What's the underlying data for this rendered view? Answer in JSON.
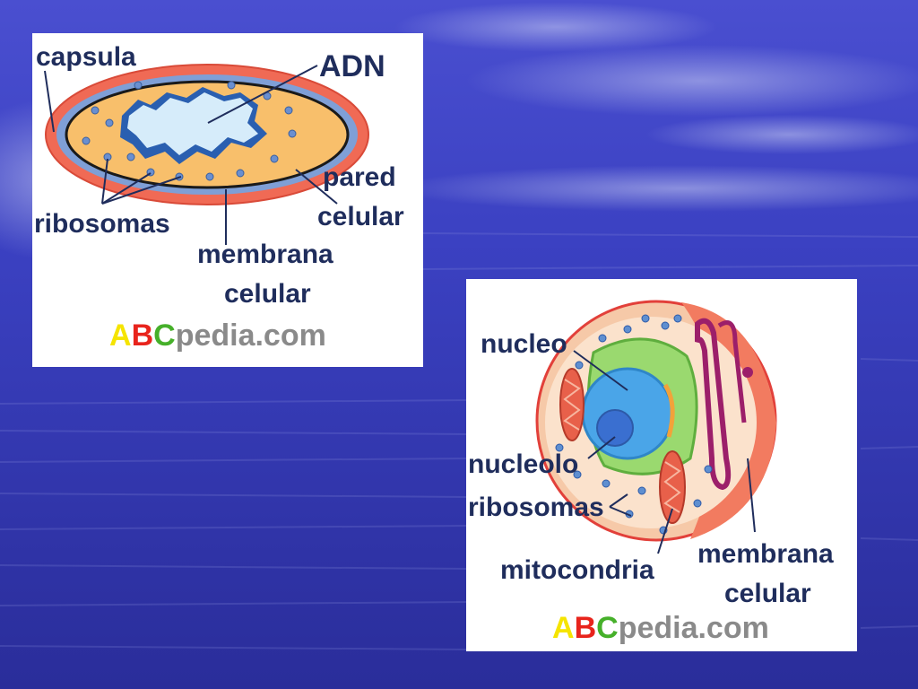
{
  "colors": {
    "background_top": "#3a3fc0",
    "background_bottom": "#2c2f9e",
    "label_text": "#1f2d5c",
    "brand_a": "#f5e400",
    "brand_b": "#e8241c",
    "brand_c": "#46b02a",
    "brand_rest": "#8a8a8a"
  },
  "prokaryote": {
    "labels": {
      "capsula": "capsula",
      "adn": "ADN",
      "pared_line1": "pared",
      "pared_line2": "celular",
      "ribosomas": "ribosomas",
      "membrana_line1": "membrana",
      "membrana_line2": "celular"
    },
    "brand": {
      "a": "A",
      "b": "B",
      "c": "C",
      "rest": "pedia.com"
    }
  },
  "eukaryote": {
    "labels": {
      "nucleo": "nucleo",
      "nucleolo": "nucleolo",
      "ribosomas": "ribosomas",
      "mitocondria": "mitocondria",
      "membrana_line1": "membrana",
      "membrana_line2": "celular"
    },
    "brand": {
      "a": "A",
      "b": "B",
      "c": "C",
      "rest": "pedia.com"
    }
  }
}
